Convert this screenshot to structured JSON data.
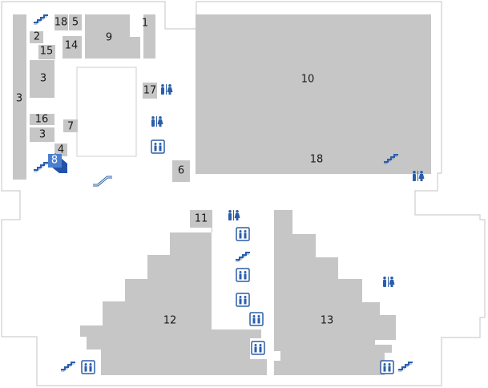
{
  "rooms": [
    {
      "id": "room-18a",
      "label": "18"
    },
    {
      "id": "room-5",
      "label": "5"
    },
    {
      "id": "room-1",
      "label": "1"
    },
    {
      "id": "room-9",
      "label": "9"
    },
    {
      "id": "room-2",
      "label": "2"
    },
    {
      "id": "room-14",
      "label": "14"
    },
    {
      "id": "room-15",
      "label": "15"
    },
    {
      "id": "room-3a",
      "label": "3"
    },
    {
      "id": "room-3b",
      "label": "3"
    },
    {
      "id": "room-16",
      "label": "16"
    },
    {
      "id": "room-3c",
      "label": "3"
    },
    {
      "id": "room-7",
      "label": "7"
    },
    {
      "id": "room-4",
      "label": "4"
    },
    {
      "id": "room-8",
      "label": "8",
      "highlighted": true
    },
    {
      "id": "room-17",
      "label": "17"
    },
    {
      "id": "room-6",
      "label": "6"
    },
    {
      "id": "room-10",
      "label": "10"
    },
    {
      "id": "room-18b",
      "label": "18"
    },
    {
      "id": "room-11",
      "label": "11"
    },
    {
      "id": "room-12",
      "label": "12"
    },
    {
      "id": "room-13",
      "label": "13"
    }
  ],
  "colors": {
    "room_fill": "#c6c6c6",
    "highlight": "#2f6bc4",
    "icon": "#2a5ea8",
    "wall": "#cfcfcf"
  },
  "icons": [
    "stairs-icon",
    "restroom-icon",
    "elevator-icon",
    "escalator-icon"
  ]
}
